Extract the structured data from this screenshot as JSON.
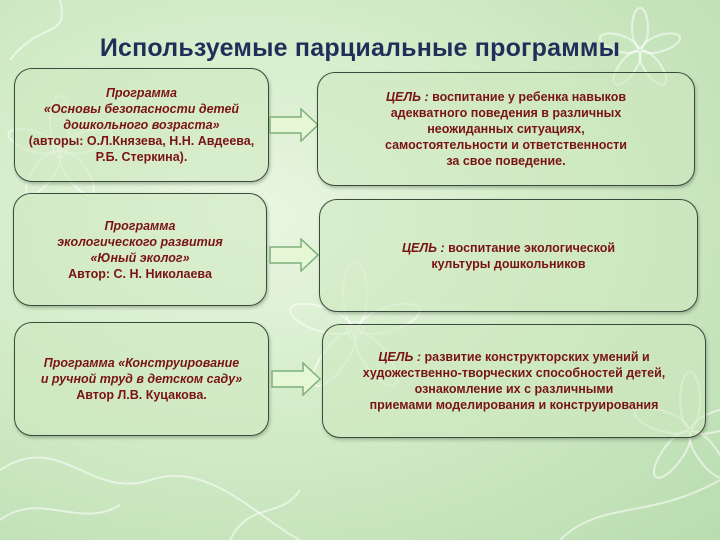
{
  "title": "Используемые парциальные программы",
  "programs": [
    {
      "lines": [
        {
          "text": "Программа",
          "italic": true
        },
        {
          "text": "«Основы безопасности детей",
          "italic": true
        },
        {
          "text": "дошкольного  возраста»",
          "italic": true
        },
        {
          "text": "(авторы: О.Л.Князева, Н.Н. Авдеева,",
          "italic": false
        },
        {
          "text": "Р.Б. Стеркина).",
          "italic": false
        }
      ]
    },
    {
      "lines": [
        {
          "text": "Программа",
          "italic": true
        },
        {
          "text": "экологического развития",
          "italic": true
        },
        {
          "text": "«Юный эколог»",
          "italic": true
        },
        {
          "text": "Автор: С. Н. Николаева",
          "italic": false
        }
      ]
    },
    {
      "lines": [
        {
          "text": "Программа  «Конструирование",
          "italic": true
        },
        {
          "text": "и ручной труд в детском саду»",
          "italic": true
        },
        {
          "text": "Автор Л.В. Куцакова.",
          "italic": false
        }
      ]
    }
  ],
  "goals": [
    {
      "label": "ЦЕЛЬ :",
      "lines": [
        " воспитание у ребенка навыков",
        "адекватного поведения в различных",
        "неожиданных ситуациях,",
        "самостоятельности и ответственности",
        "за свое поведение."
      ]
    },
    {
      "label": "ЦЕЛЬ :",
      "lines": [
        " воспитание экологической",
        "культуры дошкольников"
      ]
    },
    {
      "label": "ЦЕЛЬ :",
      "lines": [
        " развитие конструкторских умений и",
        "художественно-творческих способностей детей,",
        "ознакомление их с различными",
        "приемами моделирования и конструирования"
      ]
    }
  ],
  "colors": {
    "title": "#1f2f5a",
    "text": "#7a1414",
    "arrow_fill": "#e6f7d6",
    "arrow_stroke": "#7fb07a"
  }
}
